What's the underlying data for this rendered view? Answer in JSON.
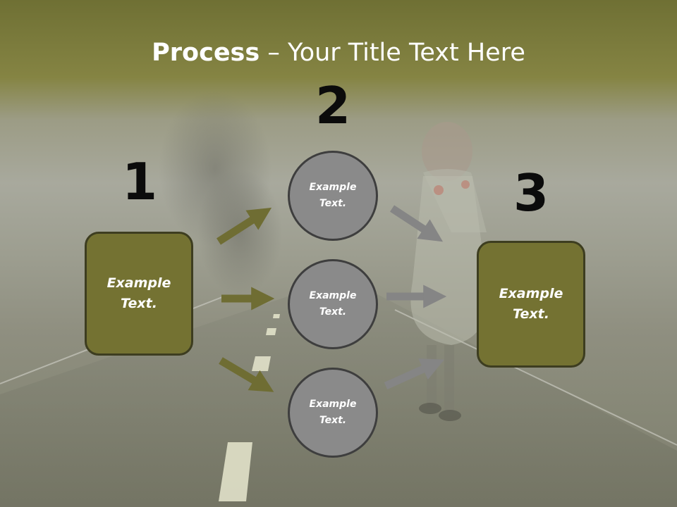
{
  "title": {
    "bold": "Process",
    "rest": " – Your Title Text Here"
  },
  "numbers": [
    "1",
    "2",
    "3"
  ],
  "left_box": {
    "line1": "Example",
    "line2": "Text."
  },
  "circles": [
    {
      "line1": "Example",
      "line2": "Text."
    },
    {
      "line1": "Example",
      "line2": "Text."
    },
    {
      "line1": "Example",
      "line2": "Text."
    }
  ],
  "right_box": {
    "line1": "Example",
    "line2": "Text."
  },
  "colors": {
    "box_fill": "#747232",
    "circle_fill": "#8a8a8a",
    "olive_arrow": "#6f6d33",
    "gray_arrow": "#858585"
  }
}
